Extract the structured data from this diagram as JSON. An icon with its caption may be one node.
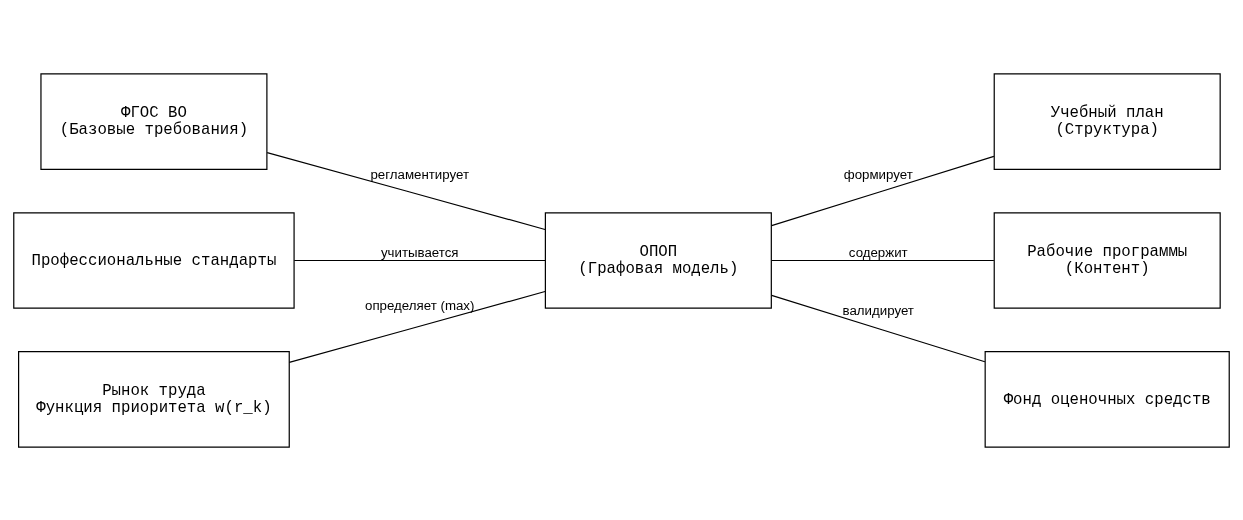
{
  "diagram": {
    "nodes": [
      {
        "text": [
          "ФГОС ВО",
          "(Базовые требования)"
        ]
      },
      {
        "text": [
          "Учебный план",
          "(Структура)"
        ]
      },
      {
        "text": [
          "Профессиональные стандарты"
        ]
      },
      {
        "text": [
          "ОПОП",
          "(Графовая модель)"
        ]
      },
      {
        "text": [
          "Рабочие программы",
          "(Контент)"
        ]
      },
      {
        "text": [
          "Рынок труда",
          "Функция приоритета w(r_k)"
        ]
      },
      {
        "text": [
          "Фонд оценочных средств"
        ]
      }
    ],
    "edges": [
      {
        "from": 0,
        "to": 3,
        "arrow": "none",
        "label": "регламентирует"
      },
      {
        "from": 2,
        "to": 3,
        "arrow": "none",
        "label": "учитывается"
      },
      {
        "from": 5,
        "to": 3,
        "arrow": "none",
        "label": "определяет (max)"
      },
      {
        "from": 3,
        "to": 1,
        "arrow": "none",
        "label": "формирует"
      },
      {
        "from": 3,
        "to": 4,
        "arrow": "none",
        "label": "содержит"
      },
      {
        "from": 3,
        "to": 6,
        "arrow": "none",
        "label": "валидирует"
      }
    ]
  }
}
